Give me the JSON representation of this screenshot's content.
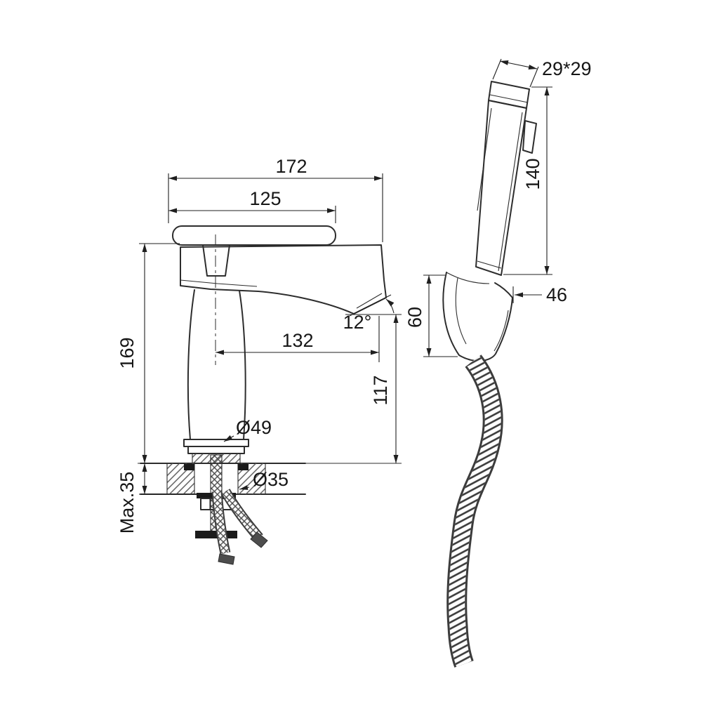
{
  "page": {
    "background": "#ffffff"
  },
  "colors": {
    "outline": "#2d2d2d",
    "dimension_lines": "#1f1f1f",
    "text": "#161616",
    "solid_fill": "#1b1b1b"
  },
  "dimensions": {
    "faucet_total_length": "172",
    "handle_length": "125",
    "faucet_height": "169",
    "max_mounting_thickness": "Max.35",
    "spout_reach": "132",
    "outlet_angle": "12°",
    "spout_outlet_height": "117",
    "base_diameter": "Ø49",
    "mounting_hole_diameter": "Ø35",
    "sprayer_head_section": "29*29",
    "sprayer_length": "140",
    "bracket_depth": "46",
    "bracket_height": "60"
  }
}
